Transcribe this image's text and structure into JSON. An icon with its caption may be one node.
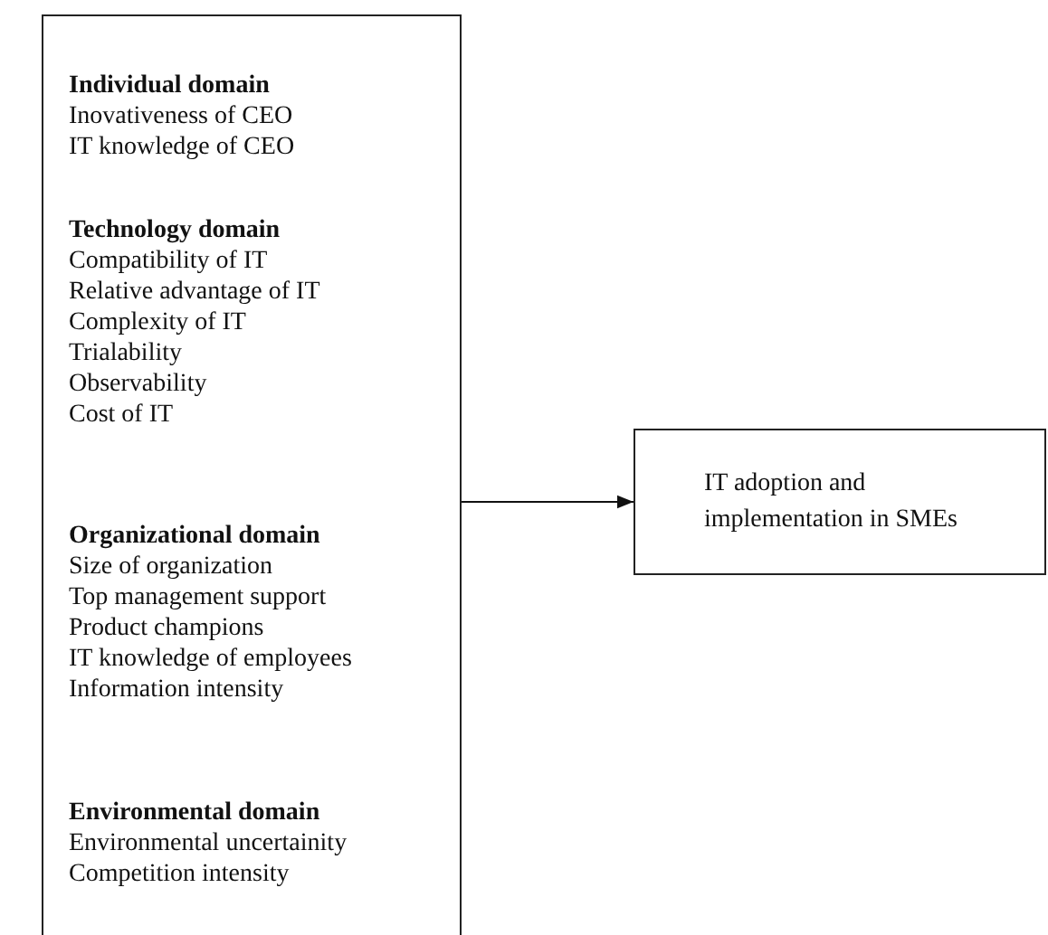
{
  "diagram": {
    "nodes": [
      {
        "text": [],
        "shape": "box"
      },
      {
        "text": [
          "Individual domain",
          "Inovativeness of CEO",
          "IT knowledge of CEO"
        ],
        "in": 0
      },
      {
        "text": [
          "Technology domain",
          "Compatibility of IT",
          "Relative advantage of IT",
          "Complexity of IT",
          "Trialability",
          "Observability",
          "Cost of IT"
        ],
        "in": 0
      },
      {
        "text": [
          "Organizational domain",
          "Size of organization",
          "Top management support",
          "Product champions",
          "IT knowledge of employees",
          "Information intensity"
        ],
        "in": 0
      },
      {
        "text": [
          "Environmental domain",
          "Environmental uncertainity",
          "Competition intensity"
        ],
        "in": 0
      },
      {
        "text": [
          "IT adoption and implementation in SMEs"
        ]
      }
    ],
    "edges": [
      {
        "from": 0,
        "to": 5,
        "arrow": "to"
      }
    ]
  }
}
